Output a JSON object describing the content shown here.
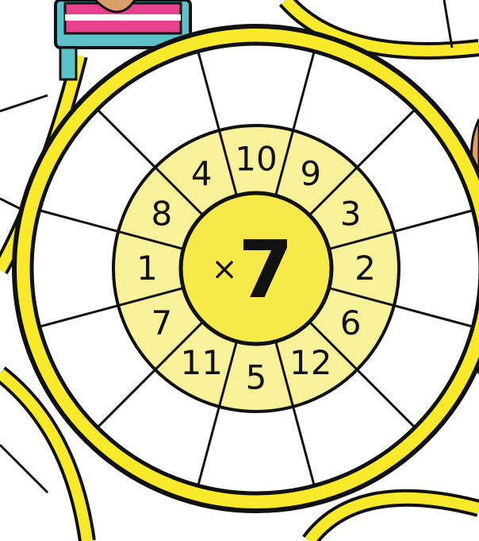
{
  "worksheet": {
    "operator": "×",
    "factor": "7",
    "inner_numbers": [
      "10",
      "9",
      "3",
      "2",
      "6",
      "12",
      "5",
      "11",
      "7",
      "1",
      "8",
      "4"
    ],
    "answer_slots": 12,
    "colors": {
      "ring_yellow": "#F8EA2B",
      "inner_pale_yellow": "#F7F19A",
      "center_yellow": "#F6E94A",
      "outline": "#111111",
      "pink": "#E8428E",
      "teal": "#5BC2C9",
      "tan": "#D9A06A"
    }
  }
}
